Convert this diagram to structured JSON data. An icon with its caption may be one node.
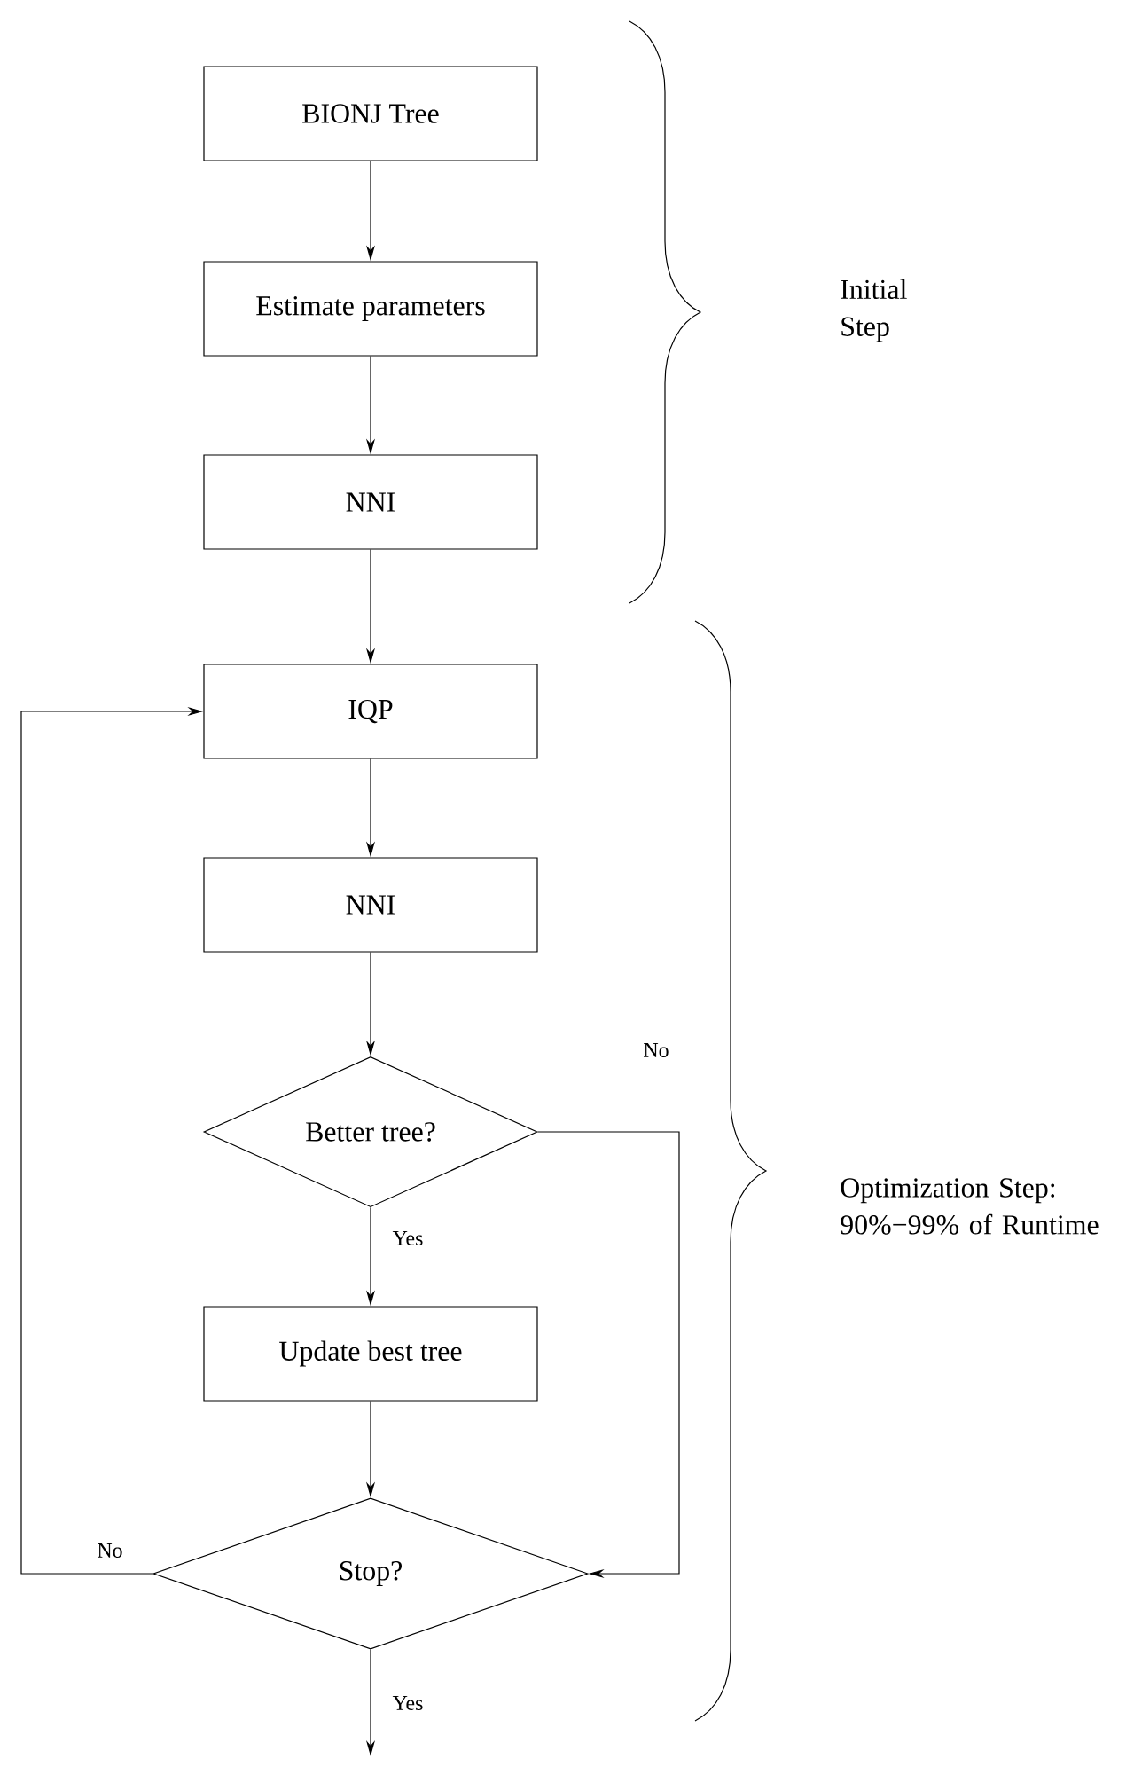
{
  "diagram": {
    "nodes": [
      {
        "text": [
          "BIONJ Tree"
        ]
      },
      {
        "text": [
          "Estimate parameters"
        ]
      },
      {
        "text": [
          "NNI"
        ]
      },
      {
        "text": [
          "IQP"
        ]
      },
      {
        "text": [
          "NNI"
        ]
      },
      {
        "text": [
          "Better tree?"
        ]
      },
      {
        "text": [
          "Update best tree"
        ]
      },
      {
        "text": [
          "Stop?"
        ]
      }
    ],
    "edges": [
      {
        "from": 0,
        "to": 1,
        "arrow": "to"
      },
      {
        "from": 1,
        "to": 2,
        "arrow": "to"
      },
      {
        "from": 2,
        "to": 3,
        "arrow": "to"
      },
      {
        "from": 3,
        "to": 4,
        "arrow": "to"
      },
      {
        "from": 4,
        "to": 5,
        "arrow": "to"
      },
      {
        "from": 5,
        "to": 6,
        "arrow": "to",
        "label": "Yes"
      },
      {
        "from": 6,
        "to": 7,
        "arrow": "to"
      },
      {
        "from": 5,
        "to": 7,
        "arrow": "to",
        "label": "No"
      },
      {
        "from": 7,
        "to": 3,
        "arrow": "to",
        "label": "No"
      },
      {
        "from": 7,
        "to": null,
        "arrow": "to",
        "label": "Yes"
      }
    ],
    "labels": [
      "Initial Step",
      "Optimization Step: 90%−99% of Runtime"
    ]
  }
}
